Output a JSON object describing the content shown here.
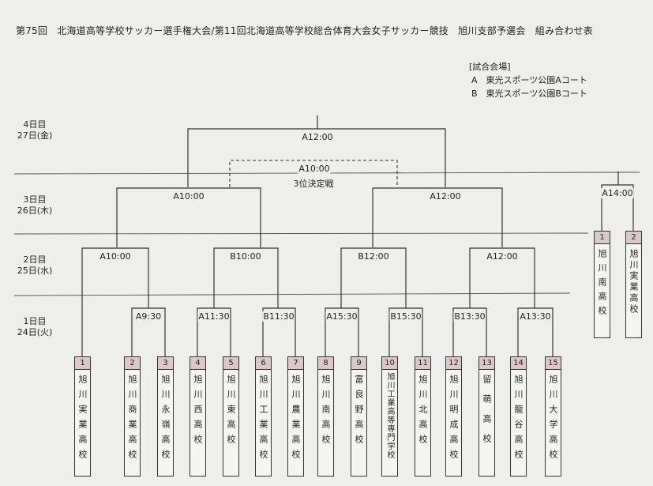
{
  "title": "第75回　北海道高等学校サッカー選手権大会/第11回北海道高等学校総合体育大会女子サッカー競技　旭川支部予選会　組み合わせ表",
  "venues": {
    "heading": "[試合会場]",
    "a": "A　東光スポーツ公園Aコート",
    "b": "B　東光スポーツ公園Bコート"
  },
  "rounds": [
    {
      "line1": "4日目",
      "line2": "27日(金)"
    },
    {
      "line1": "3日目",
      "line2": "26日(木)"
    },
    {
      "line1": "2日目",
      "line2": "25日(水)"
    },
    {
      "line1": "1日目",
      "line2": "24日(火)"
    }
  ],
  "matches": {
    "final": "A12:00",
    "third_place": "A10:00",
    "third_place_label": "3位決定戦",
    "sf_left": "A10:00",
    "sf_right": "A12:00",
    "qf1": "A10:00",
    "qf2": "B10:00",
    "qf3": "B12:00",
    "qf4": "A12:00",
    "r1_a": "A9:30",
    "r1_b": "A11:30",
    "r1_c": "B11:30",
    "r1_d": "A15:30",
    "r1_e": "B15:30",
    "r1_f": "B13:30",
    "r1_g": "A13:30",
    "women_final": "A14:00"
  },
  "teams": [
    {
      "num": "1",
      "name": "旭川実業高校"
    },
    {
      "num": "2",
      "name": "旭川商業高校"
    },
    {
      "num": "3",
      "name": "旭川永嶺高校"
    },
    {
      "num": "4",
      "name": "旭川西高校"
    },
    {
      "num": "5",
      "name": "旭川東高校"
    },
    {
      "num": "6",
      "name": "旭川工業高校"
    },
    {
      "num": "7",
      "name": "旭川農業高校"
    },
    {
      "num": "8",
      "name": "旭川南高校"
    },
    {
      "num": "9",
      "name": "富良野高校"
    },
    {
      "num": "10",
      "name": "旭川工業高等専門学校"
    },
    {
      "num": "11",
      "name": "旭川北高校"
    },
    {
      "num": "12",
      "name": "旭川明成高校"
    },
    {
      "num": "13",
      "name": "留萌高校"
    },
    {
      "num": "14",
      "name": "旭川龍谷高校"
    },
    {
      "num": "15",
      "name": "旭川大学高校"
    }
  ],
  "women_teams": [
    {
      "num": "1",
      "name": "旭川南高校"
    },
    {
      "num": "2",
      "name": "旭川実業高校"
    }
  ]
}
